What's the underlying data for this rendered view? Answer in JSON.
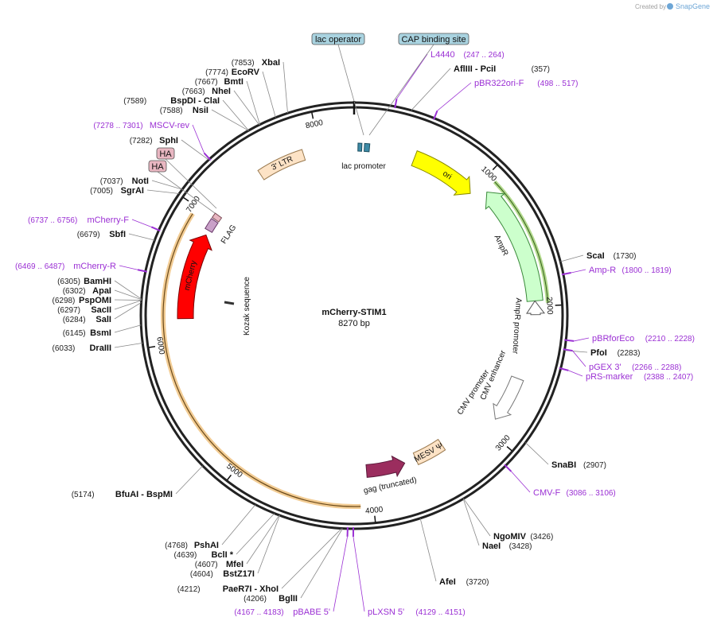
{
  "branding": {
    "created_by": "Created by",
    "product": "SnapGene"
  },
  "plasmid": {
    "name": "mCherry-STIM1",
    "size": "8270 bp",
    "length": 8270
  },
  "colors": {
    "primer": "#9b30d4",
    "ltr": "#fde3c6",
    "ori": "#ffff00",
    "ampr": "#ccffcc",
    "mcherry": "#ff0000",
    "gag": "#9b2d5e",
    "cmv": "#ffffff",
    "lac_box": "#a9d3e0",
    "ha_box": "#e8b6c1",
    "orf": "#e8a33d"
  },
  "ticks": [
    {
      "pos": 1000,
      "label": "1000"
    },
    {
      "pos": 2000,
      "label": "2000"
    },
    {
      "pos": 3000,
      "label": "3000"
    },
    {
      "pos": 4000,
      "label": "4000"
    },
    {
      "pos": 5000,
      "label": "5000"
    },
    {
      "pos": 6000,
      "label": "6000"
    },
    {
      "pos": 7000,
      "label": "7000"
    },
    {
      "pos": 8000,
      "label": "8000"
    }
  ],
  "boxed_labels": [
    {
      "text": "lac operator",
      "kind": "lac"
    },
    {
      "text": "CAP binding site",
      "kind": "lac"
    },
    {
      "text": "HA",
      "kind": "ha"
    },
    {
      "text": "HA",
      "kind": "ha"
    }
  ],
  "features": [
    {
      "label": "3' LTR"
    },
    {
      "label": "lac promoter"
    },
    {
      "label": "ori"
    },
    {
      "label": "AmpR"
    },
    {
      "label": "AmpR promoter"
    },
    {
      "label": "CMV enhancer"
    },
    {
      "label": "CMV promoter"
    },
    {
      "label": "MESV Ψ"
    },
    {
      "label": "gag (truncated)"
    },
    {
      "label": "mCherry"
    },
    {
      "label": "FLAG"
    },
    {
      "label": "Kozak sequence"
    }
  ],
  "sites_right": [
    {
      "name": "AflIII  - PciI",
      "pos": "(357)"
    },
    {
      "name": "ScaI",
      "pos": "(1730)"
    },
    {
      "name": "PfoI",
      "pos": "(2283)"
    },
    {
      "name": "SnaBI",
      "pos": "(2907)"
    },
    {
      "name": "NgoMIV",
      "pos": "(3426)"
    },
    {
      "name": "NaeI",
      "pos": "(3428)"
    },
    {
      "name": "AfeI",
      "pos": "(3720)"
    }
  ],
  "sites_left": [
    {
      "name": "XbaI",
      "pos": "(7853)"
    },
    {
      "name": "EcoRV",
      "pos": "(7774)"
    },
    {
      "name": "BmtI",
      "pos": "(7667)"
    },
    {
      "name": "NheI",
      "pos": "(7663)"
    },
    {
      "name": "BspDI  - ClaI",
      "pos": "(7589)"
    },
    {
      "name": "NsiI",
      "pos": "(7588)"
    },
    {
      "name": "SphI",
      "pos": "(7282)"
    },
    {
      "name": "NotI",
      "pos": "(7037)"
    },
    {
      "name": "SgrAI",
      "pos": "(7005)"
    },
    {
      "name": "SbfI",
      "pos": "(6679)"
    },
    {
      "name": "BamHI",
      "pos": "(6305)"
    },
    {
      "name": "ApaI",
      "pos": "(6302)"
    },
    {
      "name": "PspOMI",
      "pos": "(6298)"
    },
    {
      "name": "SacII",
      "pos": "(6297)"
    },
    {
      "name": "SalI",
      "pos": "(6284)"
    },
    {
      "name": "BsmI",
      "pos": "(6145)"
    },
    {
      "name": "DraIII",
      "pos": "(6033)"
    },
    {
      "name": "BfuAI  - BspMI",
      "pos": "(5174)"
    },
    {
      "name": "PshAI",
      "pos": "(4768)"
    },
    {
      "name": "BclI *",
      "pos": "(4639)"
    },
    {
      "name": "MfeI",
      "pos": "(4607)"
    },
    {
      "name": "BstZ17I",
      "pos": "(4604)"
    },
    {
      "name": "PaeR7I  - XhoI",
      "pos": "(4212)"
    },
    {
      "name": "BglII",
      "pos": "(4206)"
    }
  ],
  "primers_right": [
    {
      "name": "L4440",
      "range": "(247 .. 264)"
    },
    {
      "name": "pBR322ori-F",
      "range": "(498 .. 517)"
    },
    {
      "name": "Amp-R",
      "range": "(1800 .. 1819)"
    },
    {
      "name": "pBRforEco",
      "range": "(2210 .. 2228)"
    },
    {
      "name": "pGEX 3'",
      "range": "(2266 .. 2288)"
    },
    {
      "name": "pRS-marker",
      "range": "(2388 .. 2407)"
    },
    {
      "name": "CMV-F",
      "range": "(3086 .. 3106)"
    },
    {
      "name": "pLXSN 5'",
      "range": "(4129 .. 4151)"
    }
  ],
  "primers_left": [
    {
      "name": "MSCV-rev",
      "range": "(7278 .. 7301)"
    },
    {
      "name": "mCherry-F",
      "range": "(6737 .. 6756)"
    },
    {
      "name": "mCherry-R",
      "range": "(6469 .. 6487)"
    },
    {
      "name": "pBABE 5'",
      "range": "(4167 .. 4183)"
    }
  ]
}
